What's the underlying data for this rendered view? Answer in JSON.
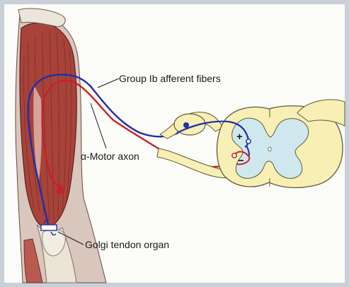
{
  "labels": {
    "afferent": "Group Ib afferent fibers",
    "motor": "α-Motor axon",
    "gto": "Golgi tendon organ",
    "plus": "+",
    "minus": "−"
  },
  "colors": {
    "afferent_fiber": "#1f2fa8",
    "motor_fiber": "#c8202a",
    "spinal_white_matter": "#f8efb4",
    "spinal_gray_matter": "#cfe8ef",
    "muscle": "#a8433a",
    "tendon": "#e9e4d6",
    "page_border": "#c9d0d8"
  }
}
